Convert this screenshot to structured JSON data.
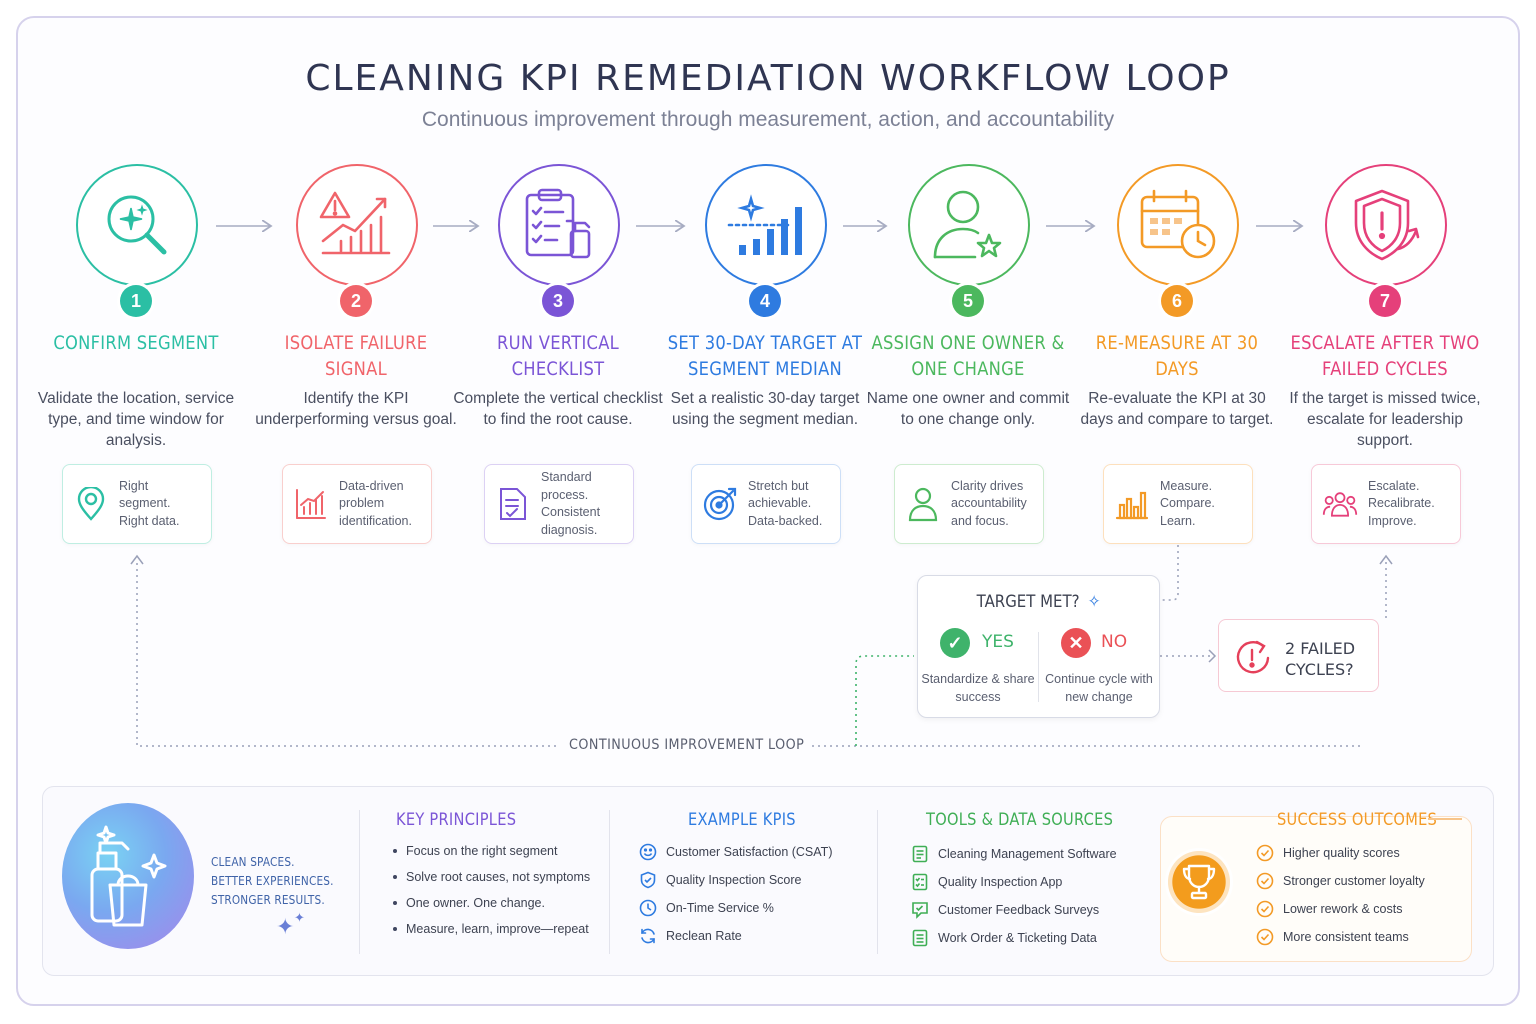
{
  "title": "CLEANING KPI REMEDIATION WORKFLOW LOOP",
  "subtitle": "Continuous improvement through measurement, action, and accountability",
  "colors": {
    "teal": "#2bbfa4",
    "coral": "#f0646a",
    "purple": "#7b55d6",
    "blue": "#2e7be0",
    "green": "#4cb85e",
    "orange": "#f39a26",
    "pink": "#e5407a"
  },
  "steps": [
    {
      "num": "1",
      "title": "CONFIRM SEGMENT",
      "desc": "Validate the location, service type, and time window for analysis.",
      "icon": "magnifier-sparkle-icon",
      "card_icon": "location-pin-icon",
      "card": "Right segment. Right data."
    },
    {
      "num": "2",
      "title": "ISOLATE FAILURE SIGNAL",
      "desc": "Identify the KPI underperforming versus goal.",
      "icon": "warning-chart-icon",
      "card_icon": "bar-chart-icon",
      "card": "Data-driven problem identification."
    },
    {
      "num": "3",
      "title": "RUN VERTICAL CHECKLIST",
      "desc": "Complete the vertical checklist to find the root cause.",
      "icon": "clipboard-spray-icon",
      "card_icon": "document-check-icon",
      "card": "Standard process. Consistent diagnosis."
    },
    {
      "num": "4",
      "title": "SET 30-DAY TARGET AT SEGMENT MEDIAN",
      "desc": "Set a realistic 30-day target using the segment median.",
      "icon": "target-bars-icon",
      "card_icon": "target-icon",
      "card": "Stretch but achievable. Data-backed."
    },
    {
      "num": "5",
      "title": "ASSIGN ONE OWNER & ONE CHANGE",
      "desc": "Name one owner and commit to one change only.",
      "icon": "person-star-icon",
      "card_icon": "person-icon",
      "card": "Clarity drives accountability and focus."
    },
    {
      "num": "6",
      "title": "RE-MEASURE AT 30 DAYS",
      "desc": "Re-evaluate the KPI at 30 days and compare to target.",
      "icon": "calendar-clock-icon",
      "card_icon": "bar-chart-icon",
      "card": "Measure. Compare. Learn."
    },
    {
      "num": "7",
      "title": "ESCALATE AFTER TWO FAILED CYCLES",
      "desc": "If the target is missed twice, escalate for leadership support.",
      "icon": "shield-alert-icon",
      "card_icon": "group-icon",
      "card": "Escalate. Recalibrate. Improve."
    }
  ],
  "decision": {
    "question": "TARGET MET?",
    "yes_label": "YES",
    "yes_note": "Standardize & share success",
    "no_label": "NO",
    "no_note": "Continue cycle with new change"
  },
  "failed_cycles": "2 FAILED CYCLES?",
  "loop_label": "CONTINUOUS IMPROVEMENT LOOP",
  "panel": {
    "tagline": [
      "CLEAN SPACES.",
      "BETTER EXPERIENCES.",
      "STRONGER RESULTS."
    ],
    "principles": {
      "title": "KEY PRINCIPLES",
      "items": [
        "Focus on the right segment",
        "Solve root causes, not symptoms",
        "One owner. One change.",
        "Measure, learn, improve—repeat"
      ]
    },
    "kpis": {
      "title": "EXAMPLE KPIS",
      "items": [
        {
          "label": "Customer Satisfaction (CSAT)",
          "icon": "smile-icon"
        },
        {
          "label": "Quality Inspection Score",
          "icon": "shield-check-icon"
        },
        {
          "label": "On-Time Service %",
          "icon": "clock-icon"
        },
        {
          "label": "Reclean Rate",
          "icon": "refresh-icon"
        }
      ]
    },
    "tools": {
      "title": "TOOLS & DATA SOURCES",
      "items": [
        {
          "label": "Cleaning Management Software",
          "icon": "doc-icon"
        },
        {
          "label": "Quality Inspection App",
          "icon": "checklist-icon"
        },
        {
          "label": "Customer Feedback Surveys",
          "icon": "feedback-icon"
        },
        {
          "label": "Work Order & Ticketing Data",
          "icon": "ticket-icon"
        }
      ]
    },
    "outcomes": {
      "title": "SUCCESS OUTCOMES",
      "items": [
        "Higher quality scores",
        "Stronger customer loyalty",
        "Lower rework & costs",
        "More consistent teams"
      ]
    }
  }
}
